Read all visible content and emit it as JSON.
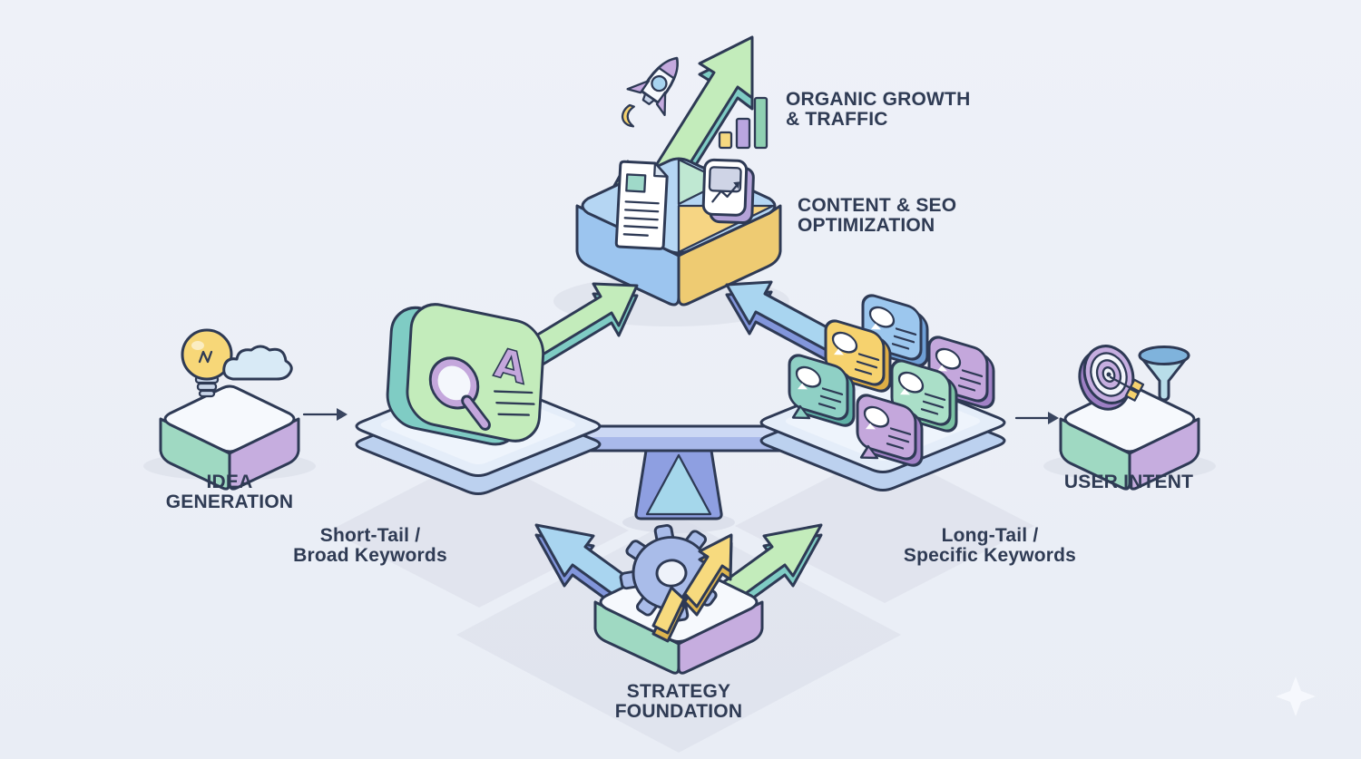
{
  "labels": {
    "organic_growth": {
      "line1": "ORGANIC GROWTH",
      "line2": "& TRAFFIC"
    },
    "content_seo": {
      "line1": "CONTENT & SEO",
      "line2": "OPTIMIZATION"
    },
    "idea_generation": {
      "line1": "IDEA",
      "line2": "GENERATION"
    },
    "user_intent": {
      "line1": "USER INTENT"
    },
    "short_tail": {
      "line1": "Short-Tail /",
      "line2": "Broad Keywords"
    },
    "long_tail": {
      "line1": "Long-Tail /",
      "line2": "Specific Keywords"
    },
    "strategy_foundation": {
      "line1": "STRATEGY",
      "line2": "FOUNDATION"
    }
  },
  "qa_card": {
    "letter": "A"
  },
  "icons": [
    "lightbulb-icon",
    "cloud-icon",
    "search-qa-card-icon",
    "chat-bubble-icon",
    "target-icon",
    "funnel-icon",
    "gear-icon",
    "trend-arrow-icon",
    "rocket-icon",
    "bar-chart-icon",
    "document-icon",
    "line-chart-icon",
    "balance-scale-icon",
    "sparkle-icon"
  ],
  "colors": {
    "outline": "#2e3a55",
    "text": "#2f3b54",
    "background": "#eef1f8",
    "green": "#c3ecbb",
    "teal": "#7fccc4",
    "blue": "#9cc7ee",
    "yellow": "#f6d26e",
    "purple": "#c4a7dc",
    "glass": "#e4edf9",
    "beam": "#a9b9ea",
    "shadow": "#d8dce8",
    "platform_top": "#f6f9fd",
    "platform_teal": "#9fd9c2",
    "platform_purple": "#c6addf"
  }
}
